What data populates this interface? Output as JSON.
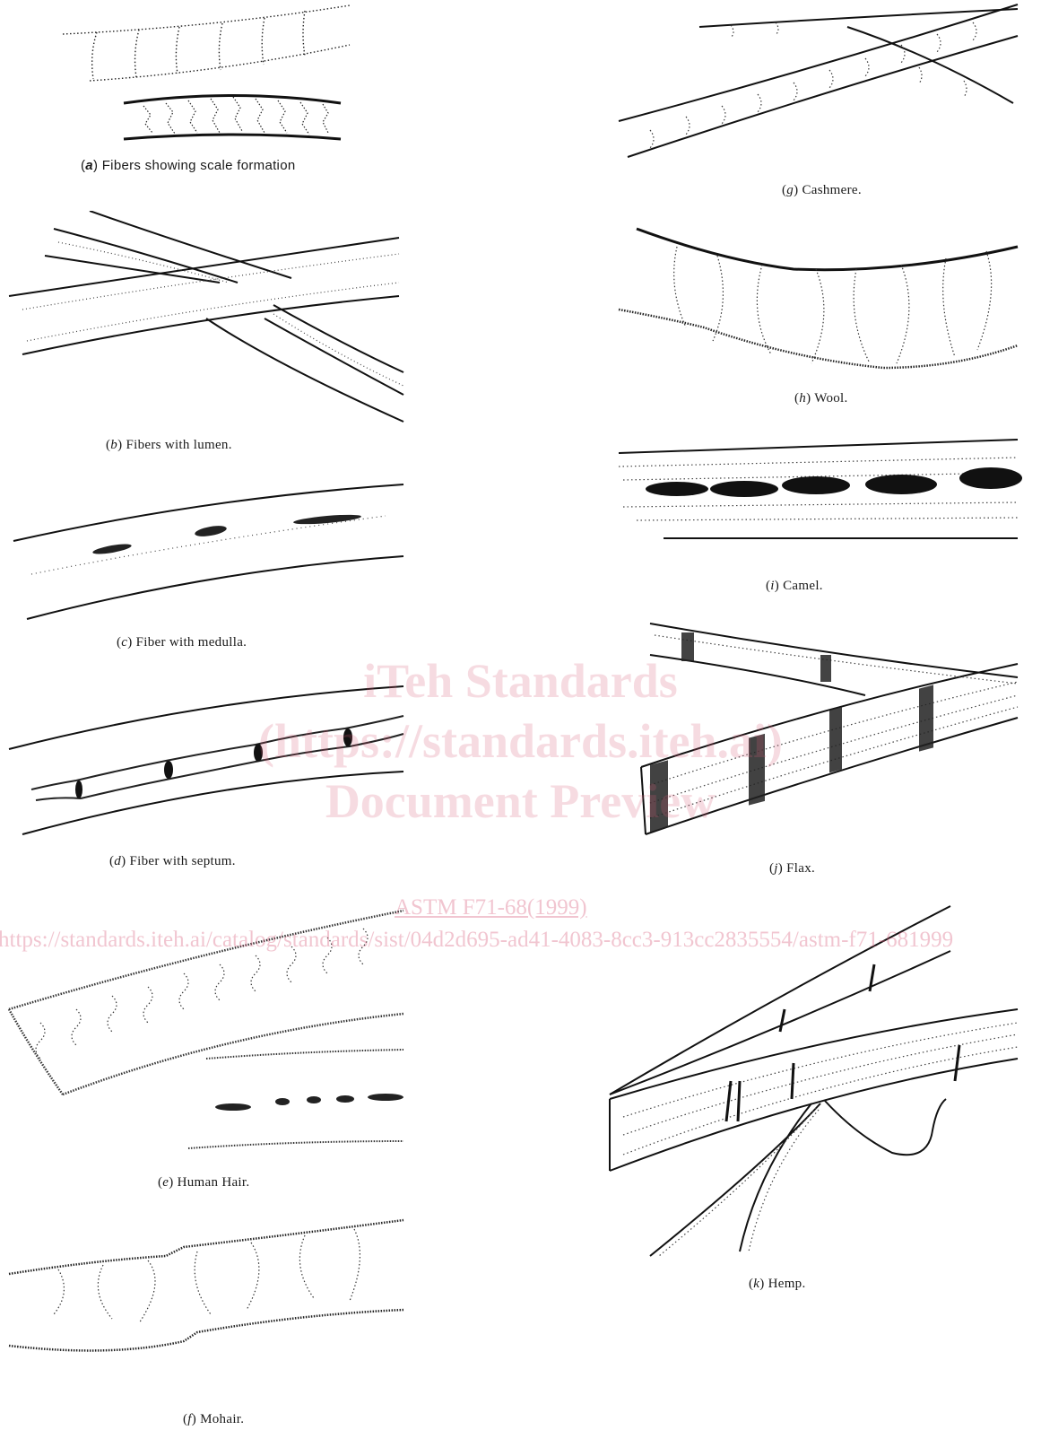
{
  "figures": {
    "a": {
      "letter": "a",
      "caption": "Fibers showing scale formation"
    },
    "b": {
      "letter": "b",
      "caption": "Fibers with lumen."
    },
    "c": {
      "letter": "c",
      "caption": "Fiber with medulla."
    },
    "d": {
      "letter": "d",
      "caption": "Fiber with septum."
    },
    "e": {
      "letter": "e",
      "caption": "Human Hair."
    },
    "f": {
      "letter": "f",
      "caption": "Mohair."
    },
    "g": {
      "letter": "g",
      "caption": "Cashmere."
    },
    "h": {
      "letter": "h",
      "caption": "Wool."
    },
    "i": {
      "letter": "i",
      "caption": "Camel."
    },
    "j": {
      "letter": "j",
      "caption": "Flax."
    },
    "k": {
      "letter": "k",
      "caption": "Hemp."
    }
  },
  "watermark": {
    "line1": "iTeh Standards",
    "line2": "(https://standards.iteh.ai)",
    "line3": "Document Preview",
    "standard_link": "ASTM F71-68(1999)",
    "catalog_url": "https://standards.iteh.ai/catalog/standards/sist/04d2d695-ad41-4083-8cc3-913cc2835554/astm-f71-681999"
  }
}
